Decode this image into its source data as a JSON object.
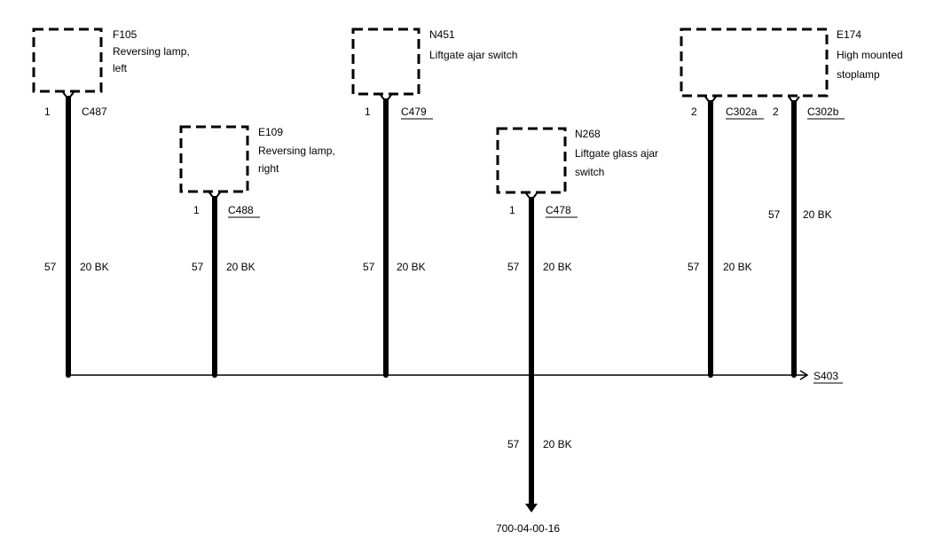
{
  "components": [
    {
      "id": "F105",
      "name_lines": [
        "Reversing lamp,",
        "left"
      ]
    },
    {
      "id": "E109",
      "name_lines": [
        "Reversing lamp,",
        "right"
      ]
    },
    {
      "id": "N451",
      "name_lines": [
        "Liftgate ajar switch"
      ]
    },
    {
      "id": "N268",
      "name_lines": [
        "Liftgate glass ajar",
        "switch"
      ]
    },
    {
      "id": "E174",
      "name_lines": [
        "High mounted",
        "stoplamp"
      ]
    }
  ],
  "wires": [
    {
      "pin": "1",
      "connector": "C487",
      "circuit": "57",
      "gauge_color": "20 BK"
    },
    {
      "pin": "1",
      "connector": "C488",
      "circuit": "57",
      "gauge_color": "20 BK"
    },
    {
      "pin": "1",
      "connector": "C479",
      "circuit": "57",
      "gauge_color": "20 BK"
    },
    {
      "pin": "1",
      "connector": "C478",
      "circuit": "57",
      "gauge_color": "20 BK"
    },
    {
      "pin": "2",
      "connector": "C302a",
      "circuit": "57",
      "gauge_color": "20 BK"
    },
    {
      "pin": "2",
      "connector": "C302b",
      "circuit": "57",
      "gauge_color": "20 BK"
    }
  ],
  "splice": {
    "label": "S403"
  },
  "output_wire": {
    "circuit": "57",
    "gauge_color": "20 BK"
  },
  "figure_code": "700-04-00-16"
}
